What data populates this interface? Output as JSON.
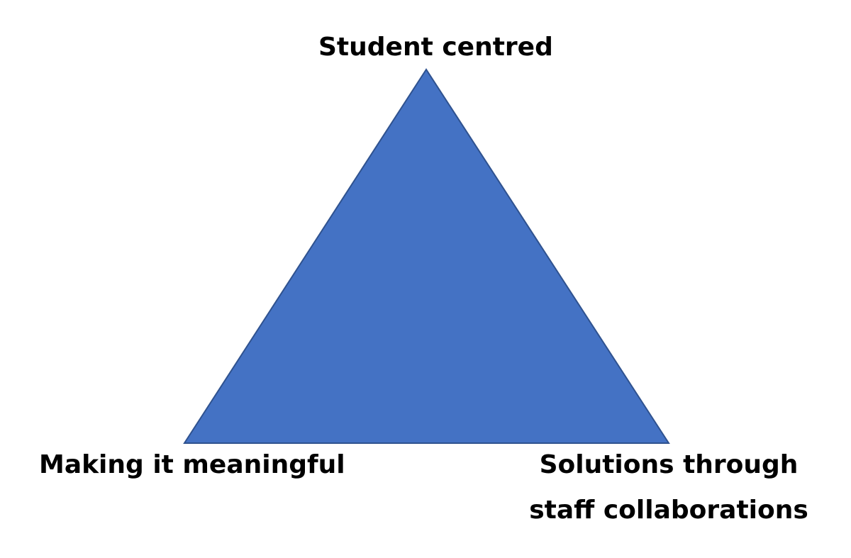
{
  "diagram": {
    "fill_color": "#4472C4",
    "stroke_color": "#2F528F",
    "labels": {
      "top": "Student centred",
      "bottom_left": "Making it meaningful",
      "bottom_right": "Solutions through staff collaborations"
    }
  }
}
